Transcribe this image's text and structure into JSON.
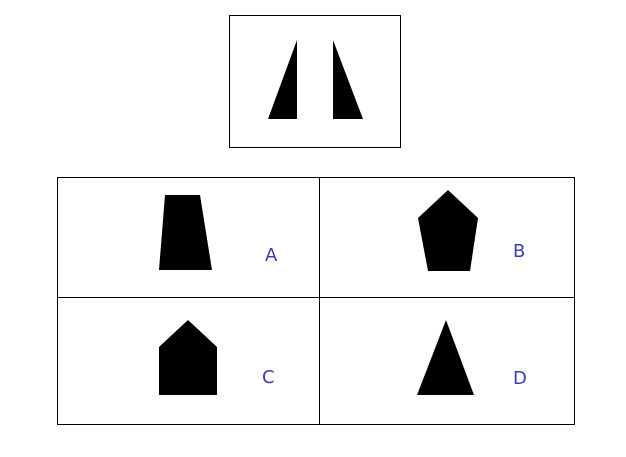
{
  "question": {
    "shapes": [
      "left-right-triangle-icon",
      "right-right-triangle-icon"
    ]
  },
  "options": [
    {
      "label": "A",
      "shape": "trapezoid-icon"
    },
    {
      "label": "B",
      "shape": "pentagon-icon"
    },
    {
      "label": "C",
      "shape": "house-pentagon-icon"
    },
    {
      "label": "D",
      "shape": "triangle-icon"
    }
  ],
  "colors": {
    "shape_fill": "#000000",
    "label_color": "#3b3bb3",
    "border": "#000000"
  }
}
